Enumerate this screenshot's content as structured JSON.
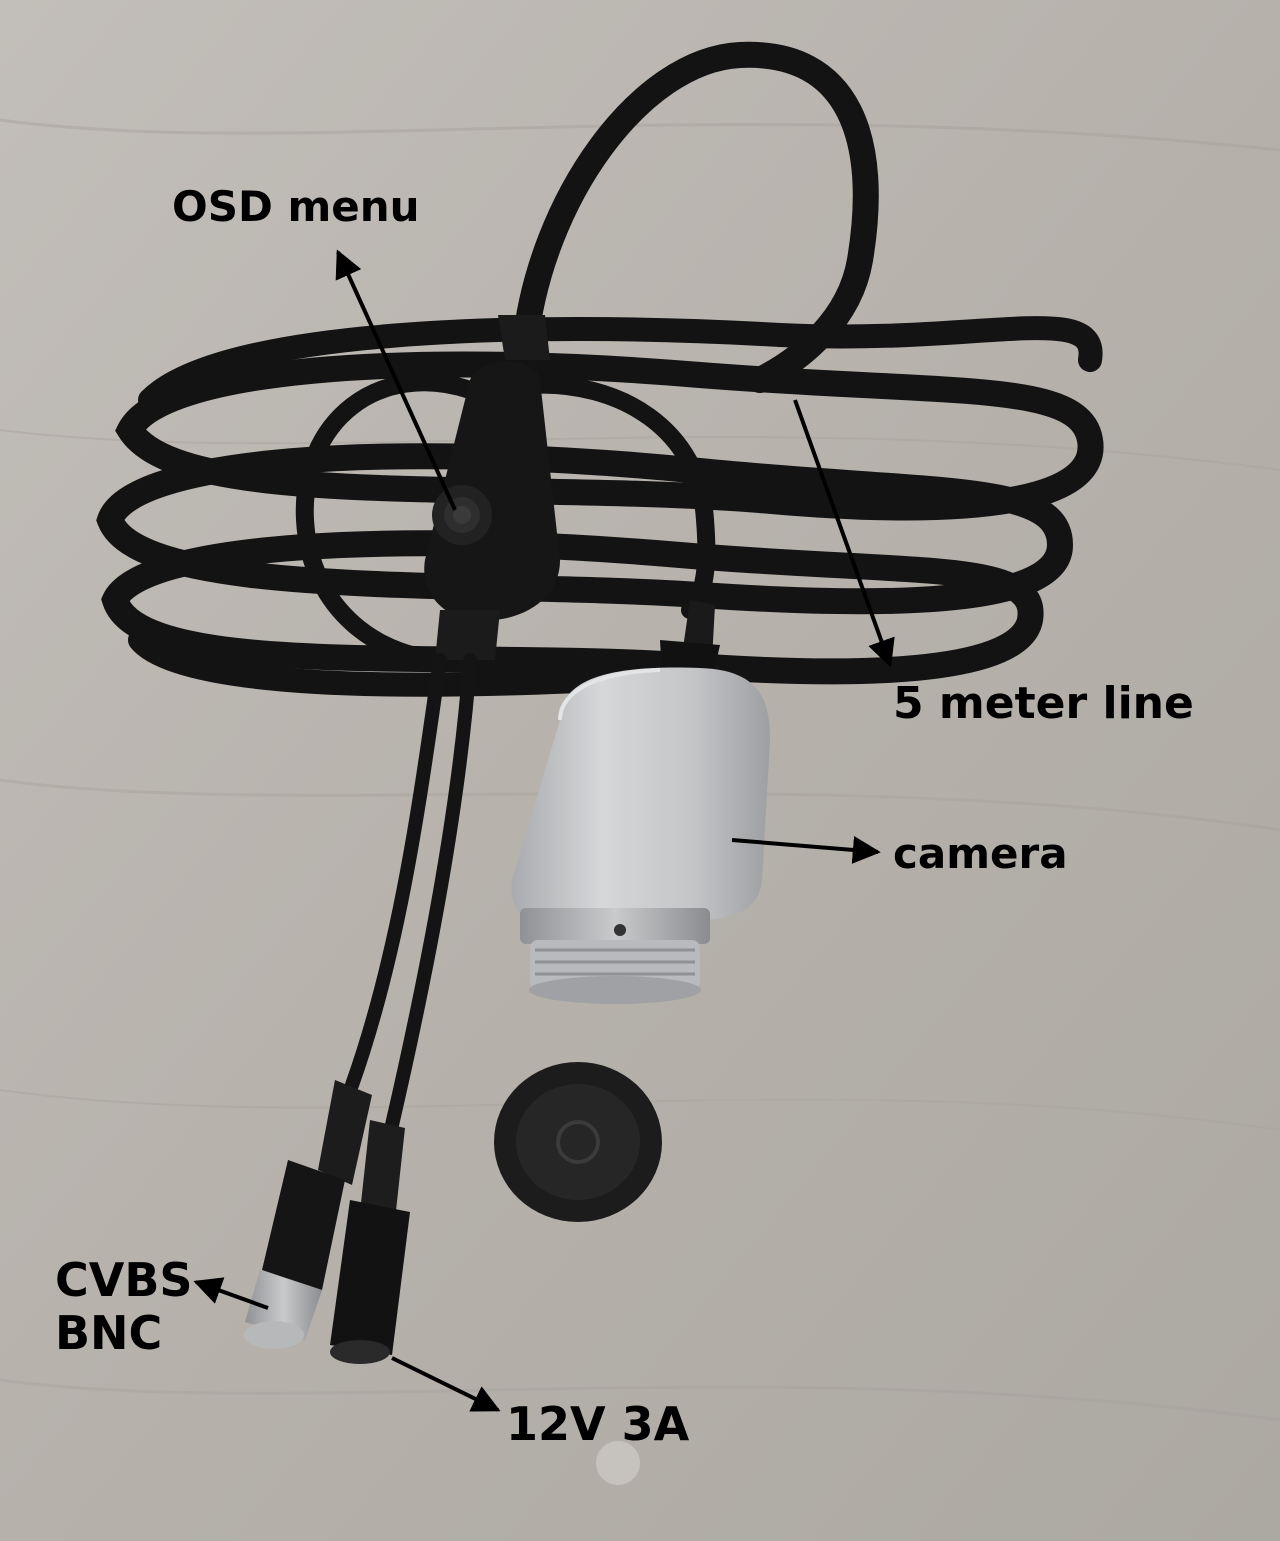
{
  "photo": {
    "subject": "camera with cable",
    "colors": {
      "background": "#b9b5b0",
      "cable": "#131313",
      "camera_body": "#c8c9cb",
      "label_text": "#000000",
      "arrow": "#000000"
    }
  },
  "labels": {
    "osd_menu": "OSD menu",
    "line_length": "5 meter line",
    "camera": "camera",
    "cvbs": "CVBS",
    "bnc": "BNC",
    "power": "12V 3A"
  }
}
